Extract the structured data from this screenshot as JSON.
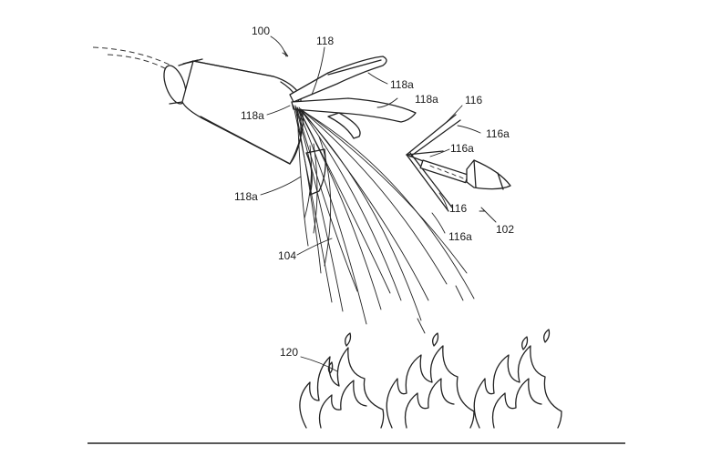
{
  "labels": {
    "l100": "100",
    "l118": "118",
    "l118a_1": "118a",
    "l118a_2": "118a",
    "l118a_3": "118a",
    "l118a_4": "118a",
    "l116_top": "116",
    "l116a_1": "116a",
    "l116a_2": "116a",
    "l116_bot": "116",
    "l116a_3": "116a",
    "l102": "102",
    "l104": "104",
    "l120": "120"
  }
}
